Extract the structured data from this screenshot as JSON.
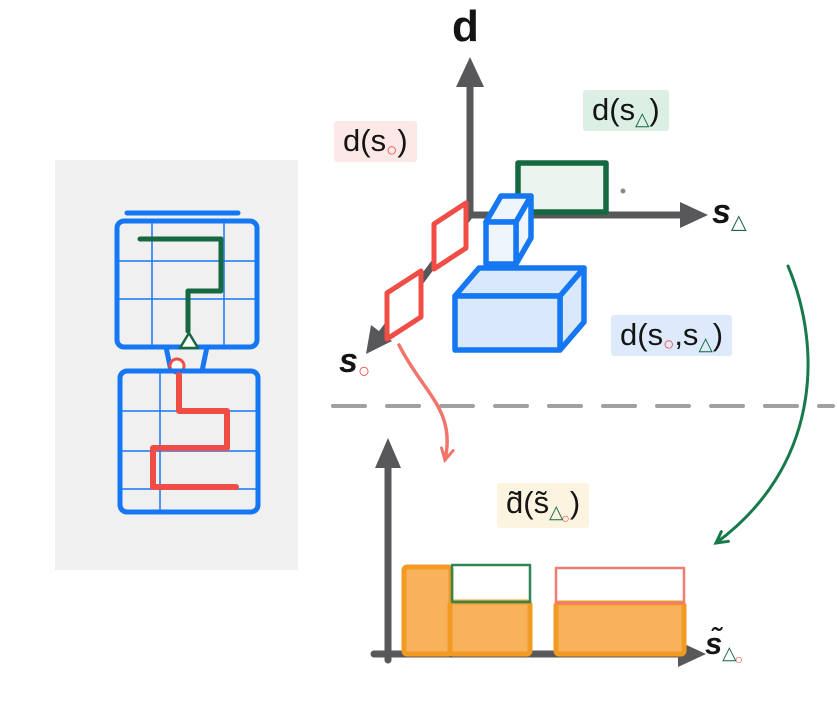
{
  "plot3d": {
    "axis_d_label": "d",
    "axis_s_triangle": {
      "base": "s",
      "marker": "△"
    },
    "axis_s_circle": {
      "base": "s",
      "marker": "○"
    },
    "label_marginal_circle": {
      "pre": "d(s",
      "marker": "○",
      "post": ")"
    },
    "label_marginal_triangle": {
      "pre": "d(s",
      "marker": "△",
      "post": ")"
    },
    "label_joint": {
      "pre": "d(s",
      "marker1": "○",
      "mid": ",s",
      "marker2": "△",
      "post": ")"
    }
  },
  "chart2d": {
    "label_abstract": {
      "pre": "d̃(s̃",
      "marker1": "△",
      "marker2": "○",
      "post": ")"
    },
    "axis_s_tilde": {
      "base": "s̃",
      "marker1": "△",
      "marker2": "○"
    }
  },
  "colors": {
    "red": "#ef4d45",
    "red_soft": "#f2756c",
    "red_bg": "#fce8e6",
    "green": "#15683f",
    "green_arrow": "#177a4b",
    "green_bg": "#dcefe4",
    "green_fill": "#eaf3ee",
    "blue": "#1577f2",
    "blue_fill": "#d9e9fb",
    "blue_fill_light": "#eef5fd",
    "blue_bg": "#dceafb",
    "orange": "#f39a22",
    "orange_fill": "#f8b25c",
    "cream_bg": "#fdf3e1",
    "axis": "#58585a",
    "dash": "#a0a0a0",
    "panel_bg": "#f0f0f1",
    "ink": "#141414"
  }
}
